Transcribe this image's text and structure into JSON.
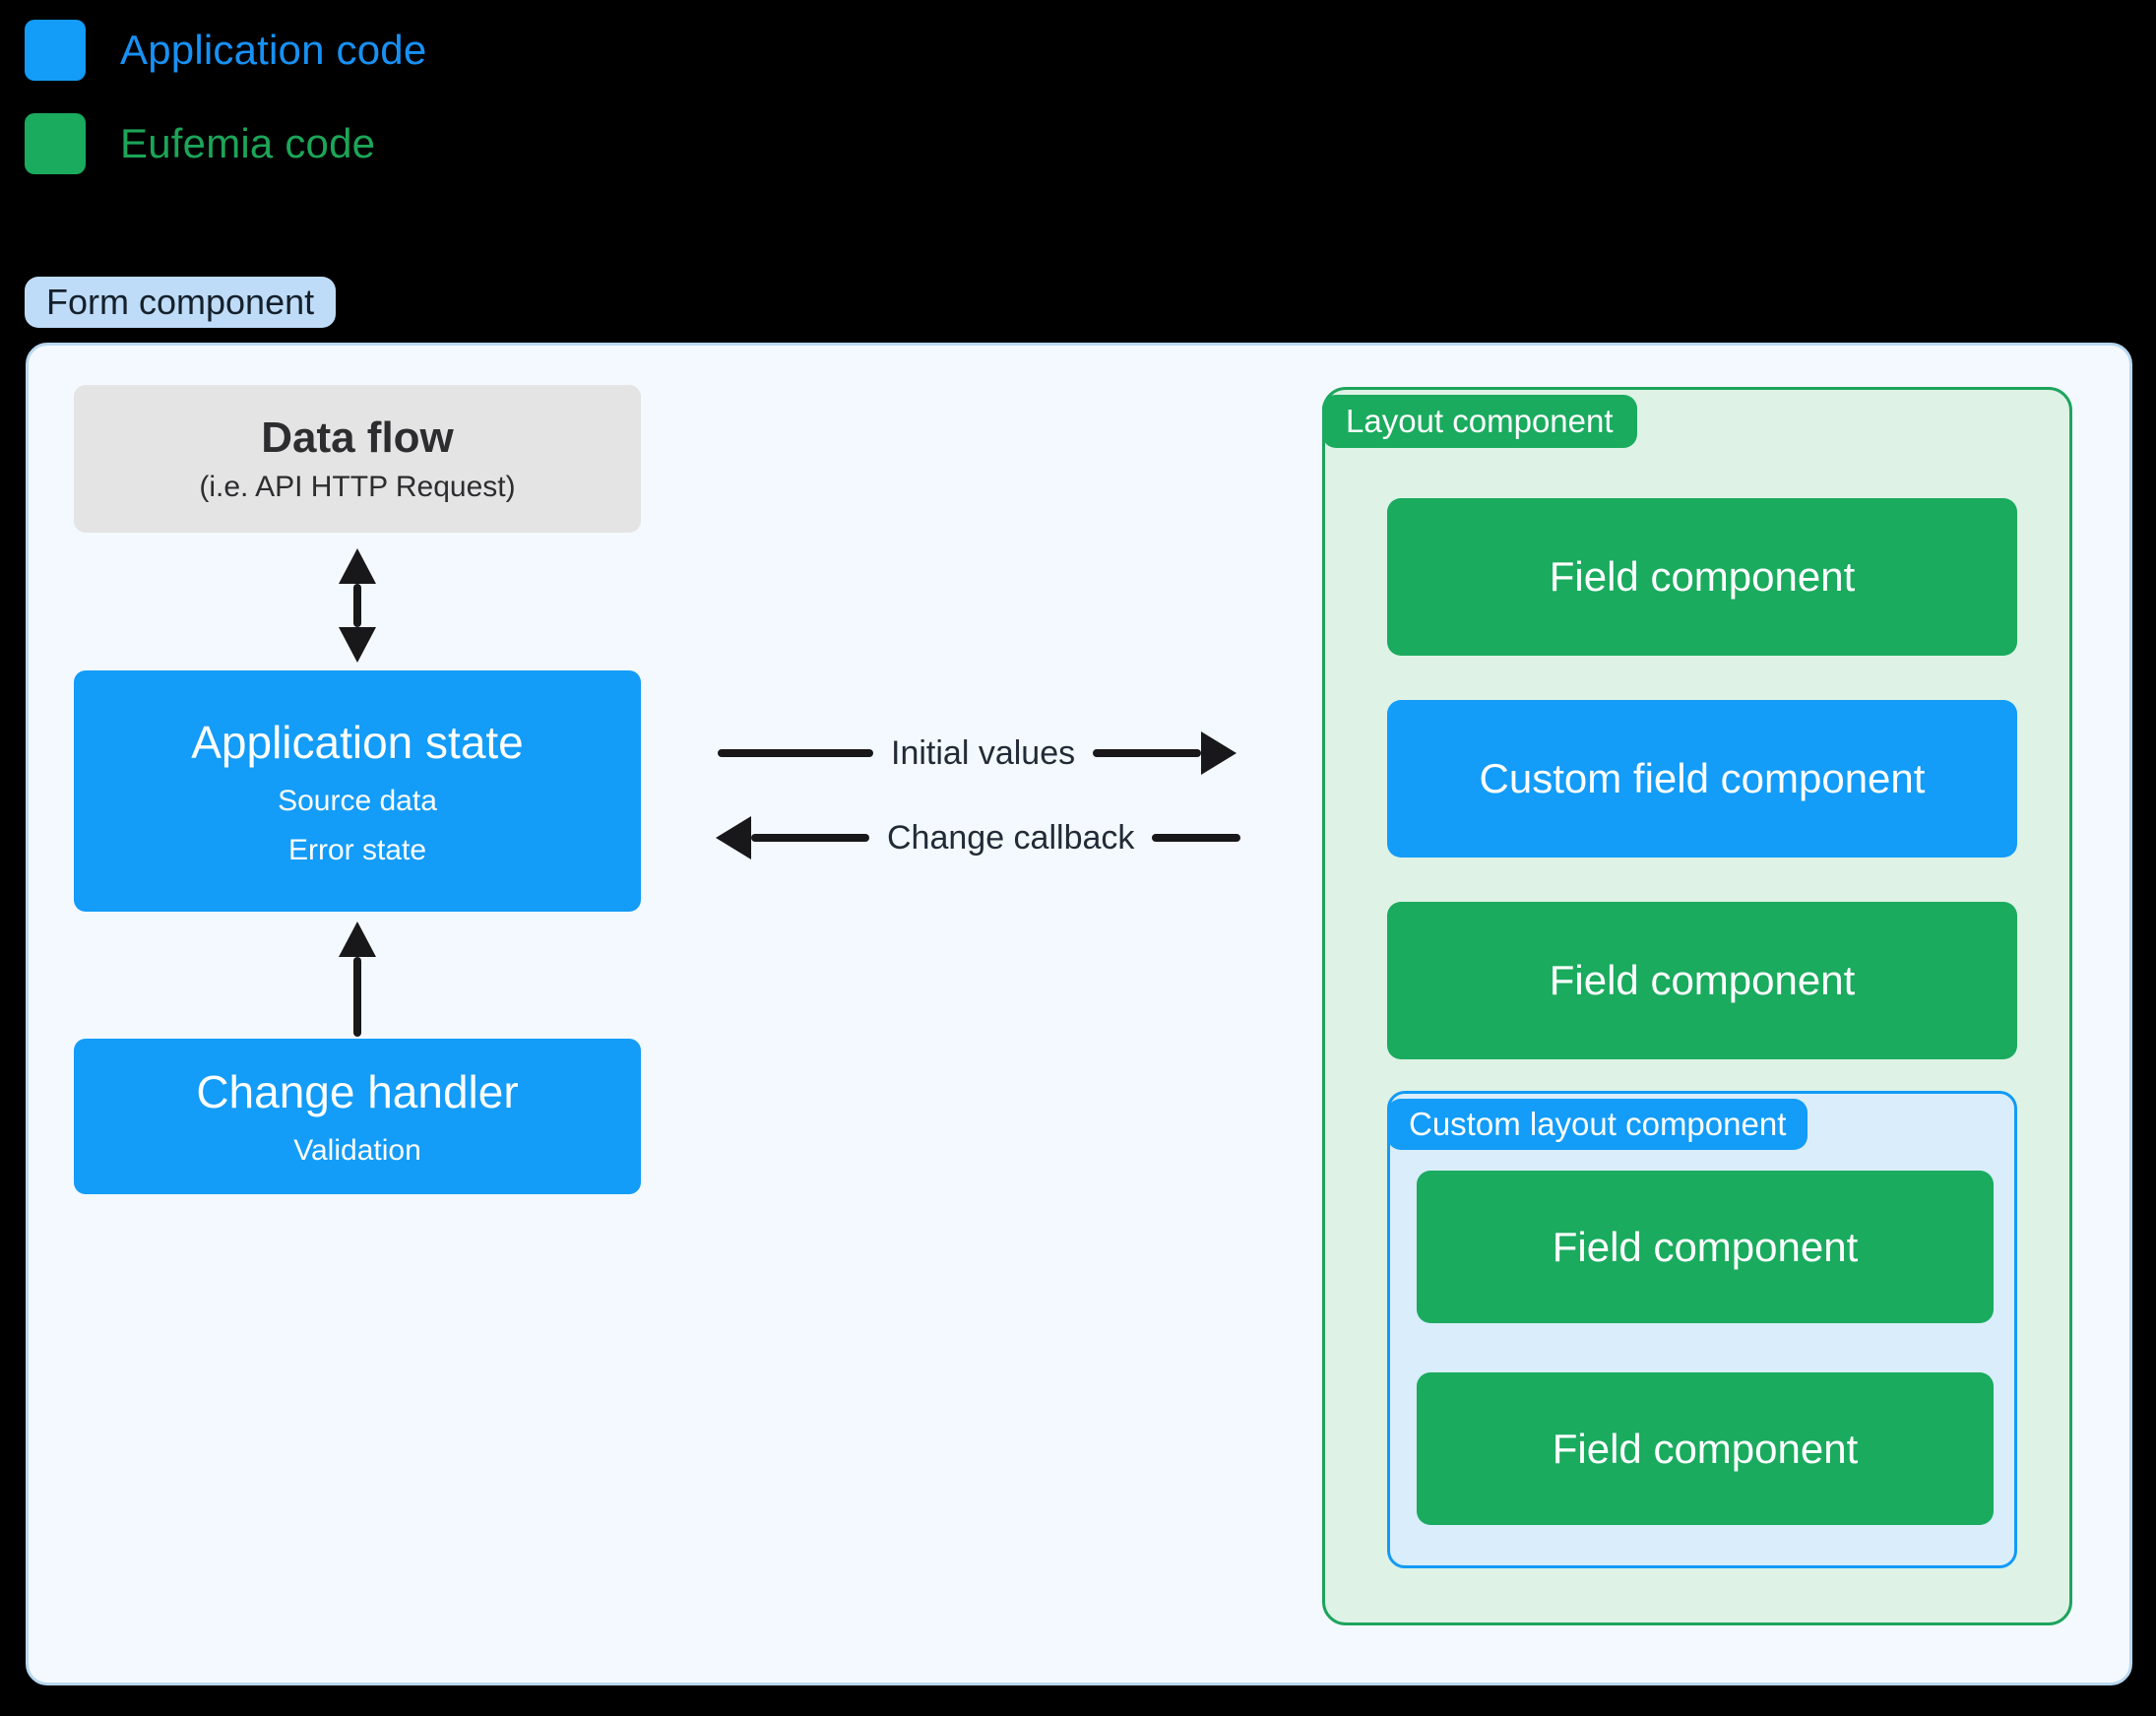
{
  "legend": {
    "items": [
      {
        "label": "Application code",
        "color": "#139CF8"
      },
      {
        "label": "Eufemia code",
        "color": "#1AAB5E"
      }
    ]
  },
  "form": {
    "label": "Form component"
  },
  "left_flow": {
    "data_flow": {
      "title": "Data flow",
      "subtitle": "(i.e. API HTTP Request)"
    },
    "application_state": {
      "title": "Application state",
      "lines": [
        "Source data",
        "Error state"
      ]
    },
    "change_handler": {
      "title": "Change handler",
      "subtitle": "Validation"
    }
  },
  "flows": {
    "initial_values": "Initial values",
    "change_callback": "Change callback"
  },
  "layout_component": {
    "label": "Layout component",
    "children": [
      {
        "type": "field",
        "label": "Field component"
      },
      {
        "type": "custom-field",
        "label": "Custom field component"
      },
      {
        "type": "field",
        "label": "Field component"
      },
      {
        "type": "custom-layout",
        "label": "Custom layout component",
        "children": [
          {
            "type": "field",
            "label": "Field component"
          },
          {
            "type": "field",
            "label": "Field component"
          }
        ]
      }
    ]
  },
  "colors": {
    "application_code_blue": "#139CF8",
    "eufemia_code_green": "#1AAB5E",
    "form_container_bg": "#F3F9FE",
    "form_chip_bg": "#BEDCF8",
    "layout_panel_bg": "#DEF2E6",
    "custom_layout_bg": "#D9EDFB",
    "data_flow_gray": "#E4E4E4",
    "arrow_black": "#18181A",
    "page_bg": "#000000"
  }
}
